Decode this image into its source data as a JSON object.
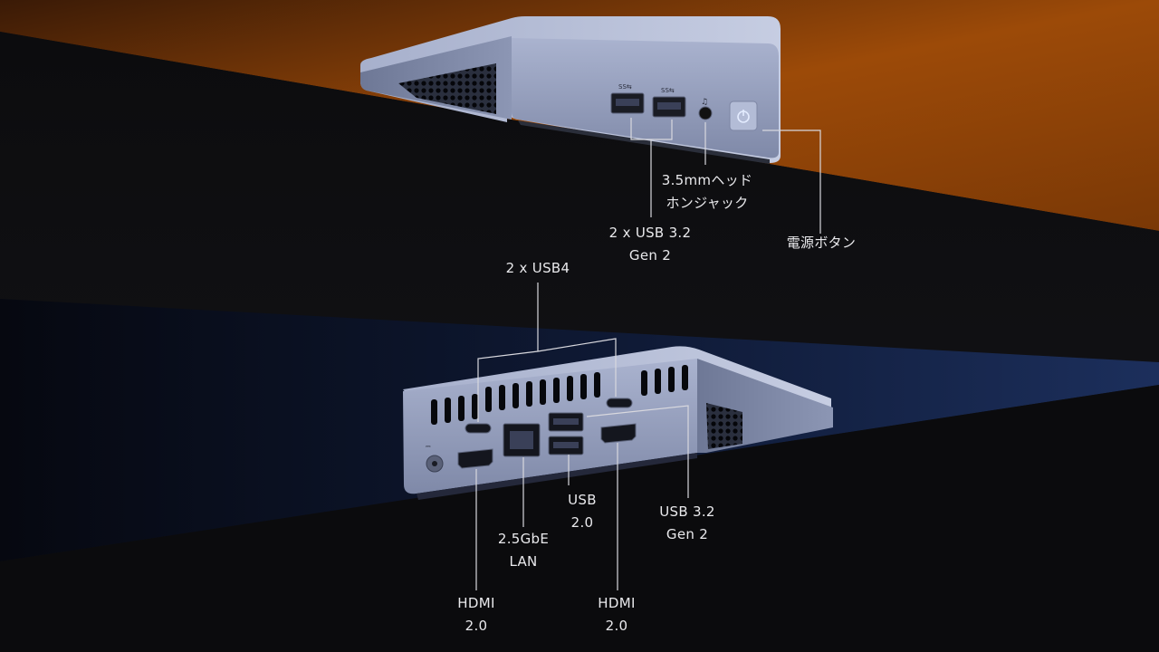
{
  "colors": {
    "accent_orange": "#b4560a",
    "accent_blue": "#1a2f5a",
    "background": "#0a0a0c",
    "device_silver_blue": "#8e98b8",
    "label_text": "#e9e9ec",
    "leader_line": "#d8d8de"
  },
  "front_panel": {
    "labels": {
      "usb32_front": [
        "2 x USB 3.2",
        "Gen 2"
      ],
      "headphone_jack": [
        "3.5mmヘッド",
        "ホンジャック"
      ],
      "power_button": [
        "電源ボタン"
      ]
    },
    "icons": [
      "usb-ss-icon",
      "headphone-icon",
      "power-icon"
    ]
  },
  "rear_panel": {
    "labels": {
      "usb4": [
        "2 x USB4"
      ],
      "usb20": [
        "USB",
        "2.0"
      ],
      "usb32_rear": [
        "USB 3.2",
        "Gen 2"
      ],
      "lan": [
        "2.5GbE",
        "LAN"
      ],
      "hdmi_left": [
        "HDMI",
        "2.0"
      ],
      "hdmi_right": [
        "HDMI",
        "2.0"
      ]
    },
    "icons": [
      "dc-in-icon",
      "hdmi-icon",
      "ethernet-icon",
      "usb-c-icon"
    ]
  }
}
